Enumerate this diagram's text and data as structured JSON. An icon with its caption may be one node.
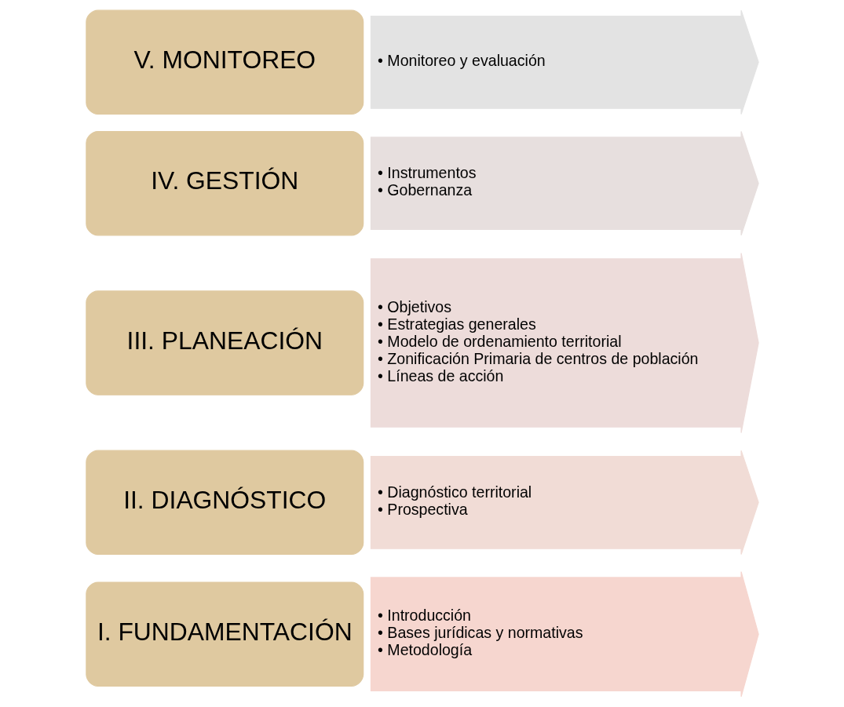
{
  "diagram": {
    "nodes": [
      {
        "text": [
          "I. FUNDAMENTACIÓN"
        ]
      },
      {
        "text": [
          "• Introducción",
          "• Bases jurídicas y normativas",
          "• Metodología"
        ]
      },
      {
        "text": [
          "II. DIAGNÓSTICO"
        ]
      },
      {
        "text": [
          "• Diagnóstico territorial",
          "• Prospectiva"
        ]
      },
      {
        "text": [
          "III. PLANEACIÓN"
        ]
      },
      {
        "text": [
          "• Objetivos",
          "• Estrategias generales",
          "• Modelo de ordenamiento territorial",
          "• Zonificación Primaria de centros de población",
          "• Líneas de acción"
        ]
      },
      {
        "text": [
          "IV. GESTIÓN"
        ]
      },
      {
        "text": [
          "• Instrumentos",
          "• Gobernanza"
        ]
      },
      {
        "text": [
          "V. MONITOREO"
        ]
      },
      {
        "text": [
          "• Monitoreo y evaluación"
        ]
      }
    ]
  }
}
